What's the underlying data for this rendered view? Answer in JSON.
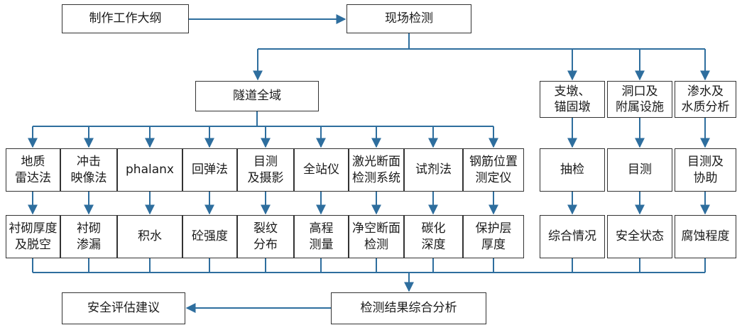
{
  "colors": {
    "line": "#2E6E9E",
    "border": "#333333",
    "text": "#1a1a1a"
  },
  "nodes": {
    "outline": "制作工作大纲",
    "site": "现场检测",
    "tunnel": "隧道全域",
    "support": "支墩、\n锚固墩",
    "portal": "洞口及\n附属设施",
    "seepage": "渗水及\n水质分析",
    "m1": "地质\n雷达法",
    "m2": "冲击\n映像法",
    "m3": "phalanx",
    "m4": "回弹法",
    "m5": "目测\n及摄影",
    "m6": "全站仪",
    "m7": "激光断面\n检测系统",
    "m8": "试剂法",
    "m9": "钢筋位置\n测定仪",
    "m10": "抽检",
    "m11": "目测",
    "m12": "目测及\n协助",
    "r1": "衬砌厚度\n及脱空",
    "r2": "衬砌\n渗漏",
    "r3": "积水",
    "r4": "砼强度",
    "r5": "裂纹\n分布",
    "r6": "高程\n测量",
    "r7": "净空断面\n检测",
    "r8": "碳化\n深度",
    "r9": "保护层\n厚度",
    "r10": "综合情况",
    "r11": "安全状态",
    "r12": "腐蚀程度",
    "analysis": "检测结果综合分析",
    "suggest": "安全评估建议"
  }
}
